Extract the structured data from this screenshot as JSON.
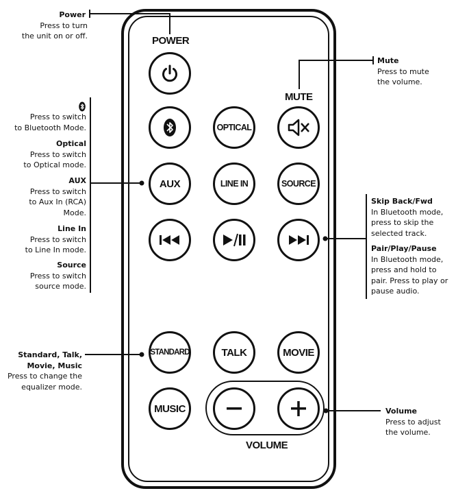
{
  "remote": {
    "labels": {
      "power": "POWER",
      "mute": "MUTE",
      "volume": "VOLUME"
    },
    "buttons": {
      "optical": "OPTICAL",
      "aux": "AUX",
      "line_in": "LINE IN",
      "source": "SOURCE",
      "standard": "STANDARD",
      "talk": "TALK",
      "movie": "MOVIE",
      "music": "MUSIC"
    },
    "icons": [
      "power-icon",
      "bluetooth-icon",
      "mute-icon",
      "skip-back-icon",
      "play-pause-icon",
      "skip-forward-icon",
      "minus-icon",
      "plus-icon"
    ]
  },
  "callouts": {
    "power": {
      "title": "Power",
      "line1": "Press to turn",
      "line2": "the unit on or off."
    },
    "mute": {
      "title": "Mute",
      "line1": "Press to mute",
      "line2": "the volume."
    },
    "bluetooth": {
      "line1": "Press to switch",
      "line2": "to Bluetooth Mode."
    },
    "optical": {
      "title": "Optical",
      "line1": "Press to switch",
      "line2": "to Optical mode."
    },
    "aux": {
      "title": "AUX",
      "line1": "Press to switch",
      "line2": "to Aux In (RCA)",
      "line3": "Mode."
    },
    "line_in": {
      "title": "Line In",
      "line1": "Press to switch",
      "line2": "to Line In mode."
    },
    "source": {
      "title": "Source",
      "line1": "Press to switch",
      "line2": "source mode."
    },
    "skip": {
      "title": "Skip Back/Fwd",
      "line1": "In Bluetooth mode,",
      "line2": "press to skip the",
      "line3": "selected track."
    },
    "pair": {
      "title": "Pair/Play/Pause",
      "line1": "In Bluetooth mode,",
      "line2": "press and hold to",
      "line3": "pair. Press to play or",
      "line4": "pause audio."
    },
    "eq": {
      "title1": "Standard, Talk,",
      "title2": "Movie, Music",
      "line1": "Press to change the",
      "line2": "equalizer mode."
    },
    "volume": {
      "title": "Volume",
      "line1": "Press to adjust",
      "line2": "the volume."
    }
  }
}
